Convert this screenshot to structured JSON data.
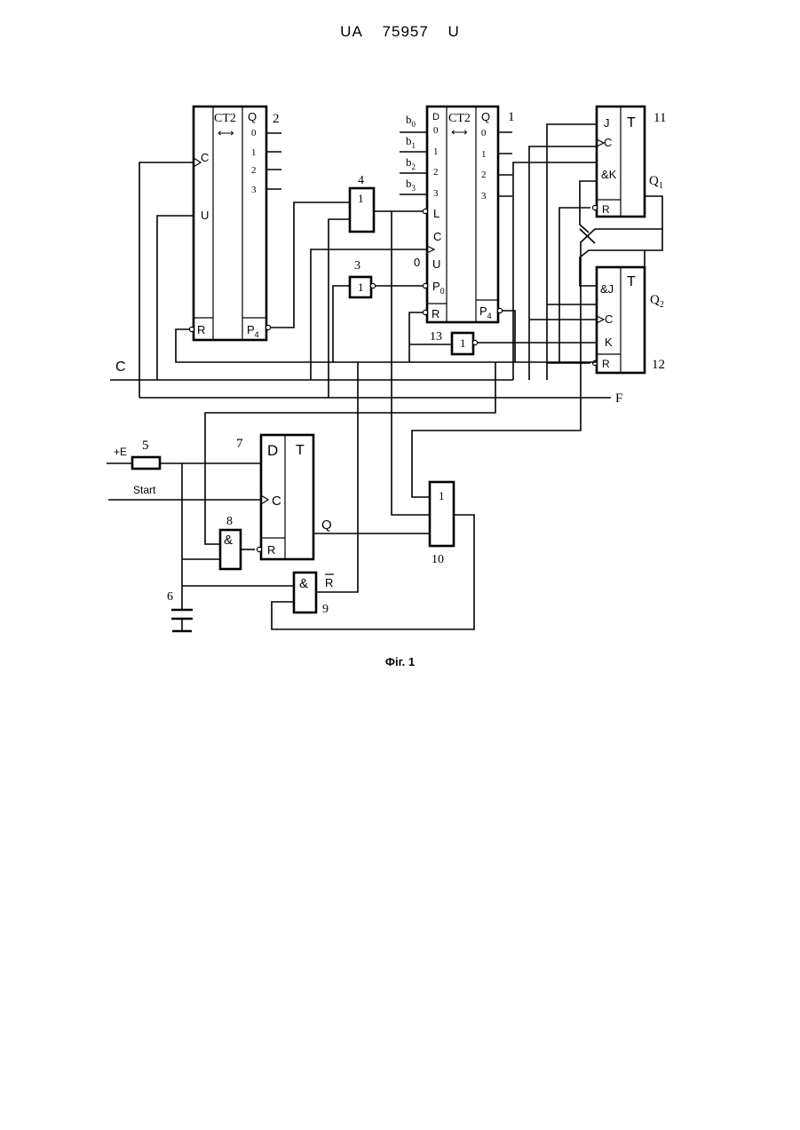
{
  "header": {
    "country": "UA",
    "number": "75957",
    "kind": "U"
  },
  "caption": "Фіг. 1",
  "signals": {
    "c": "C",
    "f": "F",
    "plus_e": "+E",
    "start": "Start",
    "q": "Q",
    "r_bar": "R"
  },
  "counter2": {
    "number": "2",
    "title": "CT2",
    "arrow": "⟷",
    "q": "Q",
    "outs": [
      "0",
      "1",
      "2",
      "3"
    ],
    "c": "C",
    "u": "U",
    "r": "R",
    "p": "P",
    "p_sub": "4"
  },
  "counter1": {
    "number": "1",
    "title": "CT2",
    "arrow": "⟷",
    "d": "D",
    "q": "Q",
    "ins": [
      "0",
      "1",
      "2",
      "3"
    ],
    "outs": [
      "0",
      "1",
      "2",
      "3"
    ],
    "b": "b",
    "b_subs": [
      "0",
      "1",
      "2",
      "3"
    ],
    "l": "L",
    "c": "C",
    "zero": "0",
    "u": "U",
    "p0": "P",
    "p0_sub": "0",
    "r": "R",
    "p4": "P",
    "p4_sub": "4"
  },
  "gate4": {
    "number": "4",
    "label": "1"
  },
  "gate3": {
    "number": "3",
    "label": "1"
  },
  "gate13": {
    "number": "13",
    "label": "1"
  },
  "gate10": {
    "number": "10",
    "label": "1"
  },
  "gate8": {
    "number": "8",
    "label": "&"
  },
  "gate9": {
    "number": "9",
    "label": "&"
  },
  "flipflop11": {
    "number": "11",
    "t": "T",
    "j": "J",
    "c": "C",
    "k": "&K",
    "r": "R",
    "out": "Q",
    "out_sub": "1"
  },
  "flipflop12": {
    "number": "12",
    "t": "T",
    "j": "&J",
    "c": "C",
    "k": "K",
    "r": "R",
    "out": "Q",
    "out_sub": "2"
  },
  "flipflop7": {
    "number": "7",
    "d": "D",
    "t": "T",
    "c": "C",
    "r": "R"
  },
  "resistor5": {
    "number": "5"
  },
  "capacitor6": {
    "number": "6"
  }
}
